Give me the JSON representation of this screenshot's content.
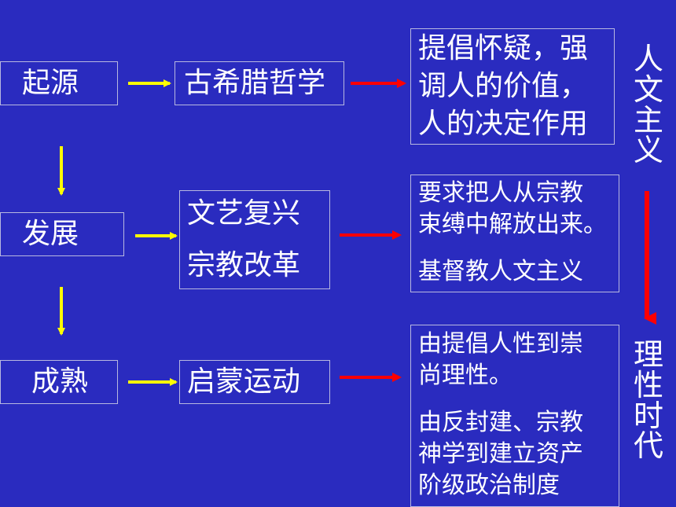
{
  "stages": {
    "origin": "起源",
    "development": "发展",
    "maturity": "成熟"
  },
  "movements": {
    "greek": "古希腊哲学",
    "renaissance": "文艺复兴",
    "reformation": "宗教改革",
    "enlightenment": "启蒙运动"
  },
  "results": {
    "r1": [
      "提倡怀疑，强",
      "调人的价值，",
      "人的决定作用"
    ],
    "r2a": [
      "要求把人从宗教",
      "束缚中解放出来。"
    ],
    "r2b": [
      "基督教人文主义"
    ],
    "r3a": [
      "由提倡人性到崇",
      "尚理性。"
    ],
    "r3b": [
      "由反封建、宗教",
      "神学到建立资产",
      "阶级政治制度"
    ]
  },
  "side": {
    "top": [
      "人",
      "文",
      "主",
      "义"
    ],
    "bottom": [
      "理",
      "性",
      "时",
      "代"
    ]
  },
  "colors": {
    "background": "#2a2bbf",
    "yellow_arrow": "#ffff00",
    "red_arrow": "#ff0000",
    "border": "#b8b8e0"
  }
}
